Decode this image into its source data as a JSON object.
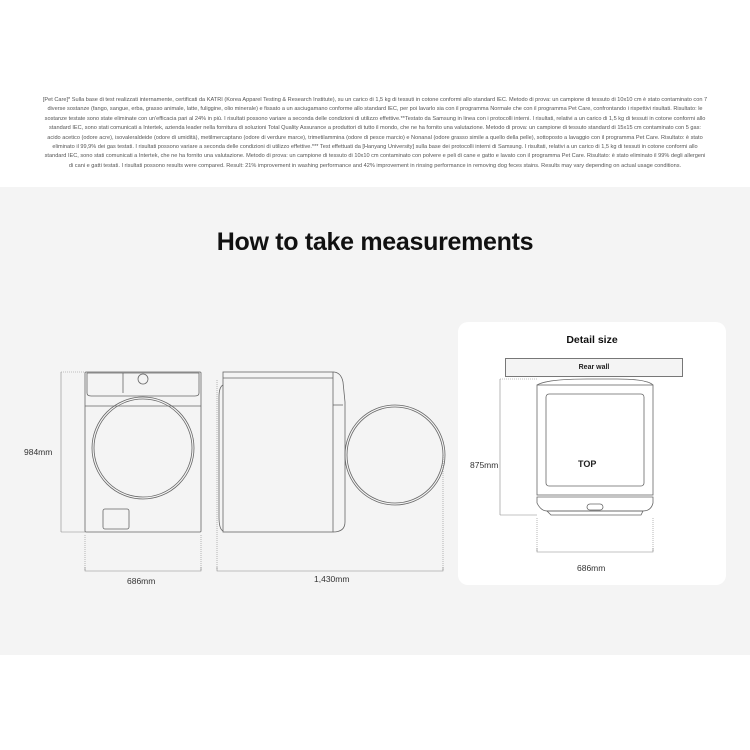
{
  "disclaimer": "[Pet Care]* Sulla base di test realizzati internamente, certificati da KATRI (Korea Apparel Testing & Research Institute), su un carico di 1,5 kg di tessuti in cotone conformi allo standard IEC. Metodo di prova: un campione di tessuto di 10x10 cm è stato contaminato con 7 diverse sostanze (fango, sangue, erba, grasso animale, latte, fuliggine, olio minerale) e fissato a un asciugamano conforme allo standard IEC, per poi lavarlo sia con il programma Normale che con il programma Pet Care, confrontando i rispettivi risultati. Risultato: le sostanze testate sono state eliminate con un'efficacia pari al 24% in più. I risultati possono variare a seconda delle condizioni di utilizzo effettive.**Testato da Samsung in linea con i protocolli interni. I risultati, relativi a un carico di 1,5 kg di tessuti in cotone conformi allo standard IEC, sono stati comunicati a Intertek, azienda leader nella fornitura di soluzioni Total Quality Assurance a produttori di tutto il mondo, che ne ha fornito una valutazione. Metodo di prova: un campione di tessuto standard di 15x15 cm contaminato con 5 gas: acido acetico (odore acre), isovaleraldeide (odore di umidità), metilmercaptano (odore di verdure marce), trimetilammina (odore di pesce marcio) e Nonanal (odore grasso simile a quello della pelle), sottoposto a lavaggio con il programma Pet Care. Risultato: è stato eliminato il 99,9% dei gas testati. I risultati possono variare a seconda delle condizioni di utilizzo effettive.*** Test effettuati da [Hanyang University] sulla base dei protocolli interni di Samsung. I risultati, relativi a un carico di 1,5 kg di tessuti in cotone conformi allo standard IEC, sono stati comunicati a Intertek, che ne ha fornito una valutazione. Metodo di prova: un campione di tessuto di 10x10 cm contaminato con polvere e peli di cane e gatto e lavato con il programma Pet Care. Risultato: è stato eliminato il 99% degli allergeni di cani e gatti testati. I risultati possono results were compared. Result: 21% improvement in washing performance and 42% improvement in rinsing performance in removing dog feces stains. Results may vary depending on actual usage conditions.",
  "section_title": "How to take measurements",
  "front": {
    "height": "984mm",
    "width": "686mm"
  },
  "side": {
    "depth": "1,430mm"
  },
  "detail": {
    "title": "Detail size",
    "rear_wall": "Rear wall",
    "top_label": "TOP",
    "depth": "875mm",
    "width": "686mm"
  }
}
